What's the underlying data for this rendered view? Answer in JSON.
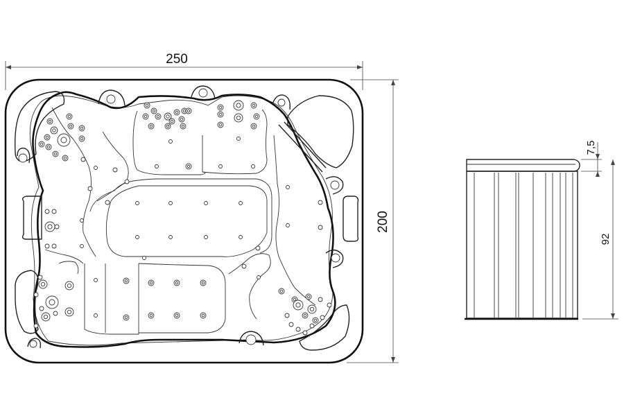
{
  "dimensions": {
    "top_length": "250",
    "side_width": "200",
    "rim_height": "7,5",
    "body_height": "92"
  },
  "colors": {
    "line": "#111111",
    "background": "#ffffff"
  }
}
